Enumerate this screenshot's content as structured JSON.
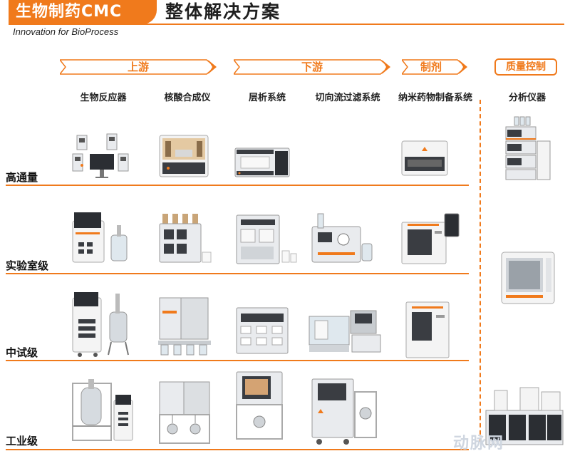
{
  "header": {
    "badge": "生物制药CMC",
    "title": "整体解决方案",
    "subtitle": "Innovation for BioProcess"
  },
  "stages": {
    "upstream": "上游",
    "downstream": "下游",
    "formulation": "制剂",
    "quality": "质量控制"
  },
  "columns": [
    "生物反应器",
    "核酸合成仪",
    "层析系统",
    "切向流过滤系统",
    "纳米药物制备系统",
    "分析仪器"
  ],
  "rows": [
    "高通量",
    "实验室级",
    "中试级",
    "工业级"
  ],
  "colors": {
    "accent": "#f07a1c",
    "text": "#222222",
    "device_body": "#e9ebee",
    "device_dark": "#3a3d42"
  },
  "watermark": "动脉网"
}
